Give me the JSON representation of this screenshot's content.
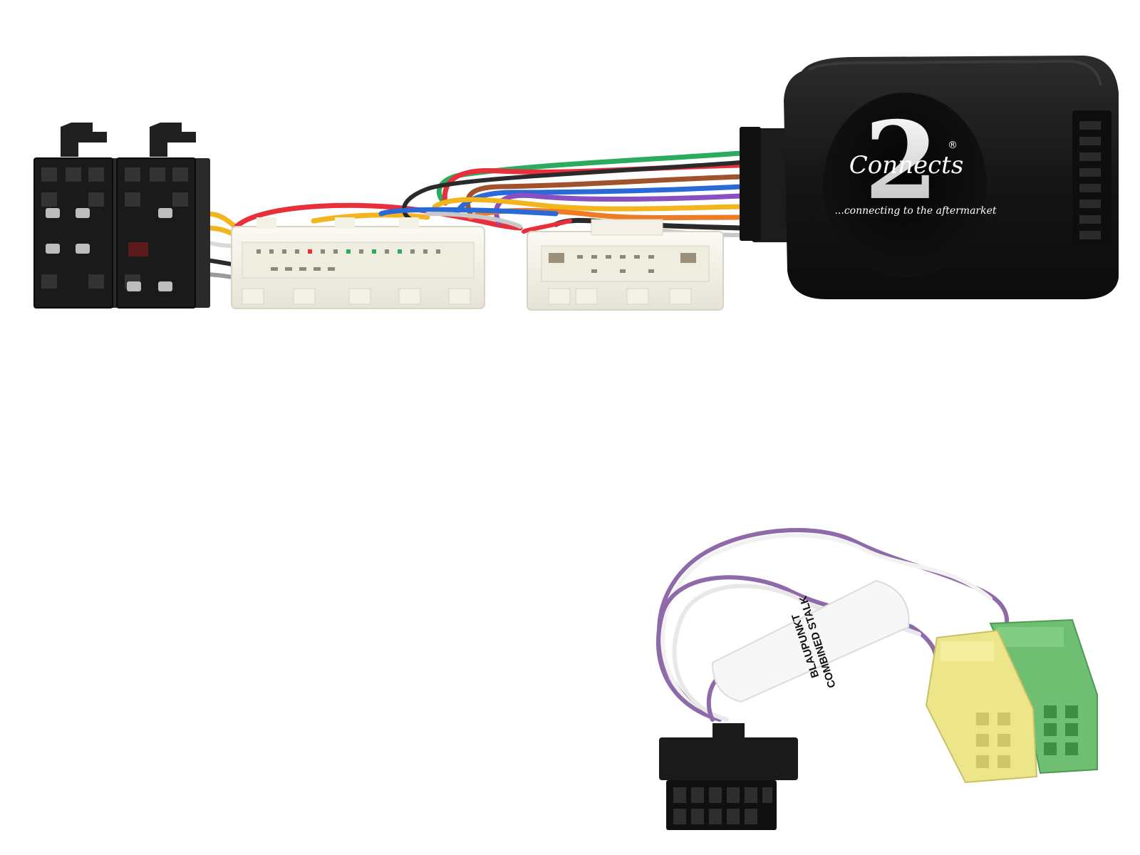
{
  "image": {
    "subject": "Steering wheel control interface harness kit",
    "background_color": "#ffffff"
  },
  "interface_box": {
    "logo_text": "Connects",
    "logo_numeral": "2",
    "registered_mark": "®",
    "tagline": "...connecting to the aftermarket",
    "body_color": "#161616"
  },
  "patch_lead": {
    "label_line_1": "BLAUPUNKT",
    "label_line_2": "COMBINED STALK",
    "wire_colors": [
      "#8e6aa8",
      "#ffffff"
    ],
    "connector_colors": {
      "yellow": "#ede58a",
      "green": "#6fbf72",
      "black": "#1a1a1a"
    }
  },
  "harness": {
    "wire_colors": [
      "#e8303d",
      "#2a2a2a",
      "#2a6ad8",
      "#f2b51e",
      "#2bab5e",
      "#f07b25",
      "#8a4fc0",
      "#c8c8c8",
      "#a0522d"
    ],
    "iso_connector_color": "#1c1c1c",
    "vehicle_connector_color": "#f3f1e6"
  }
}
